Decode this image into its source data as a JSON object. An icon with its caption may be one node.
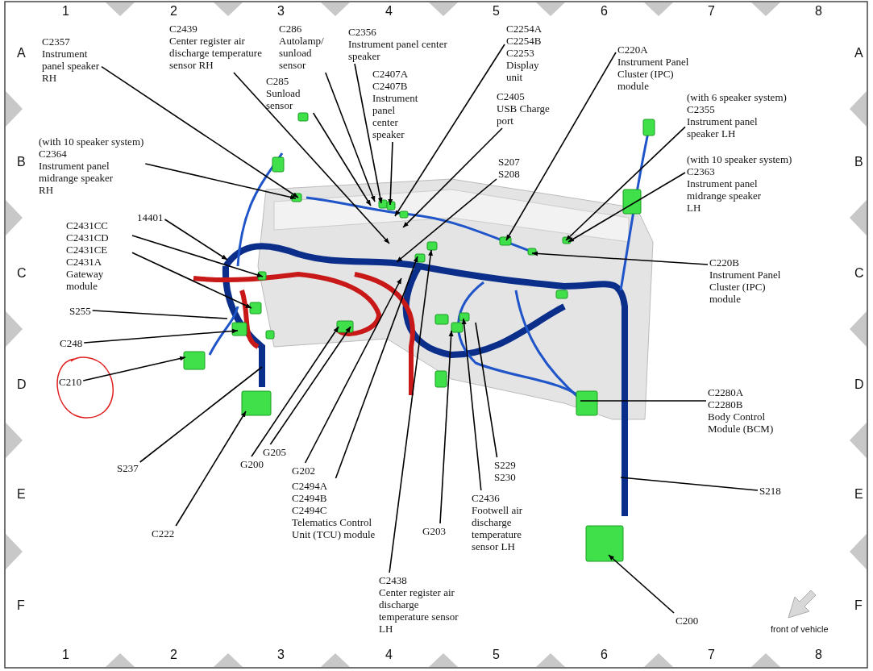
{
  "diagram": {
    "nodes": [
      {
        "text": [
          "C2357",
          "Instrument panel speaker RH"
        ]
      },
      {
        "text": [
          "C2439",
          "Center register air discharge temperature sensor RH"
        ]
      },
      {
        "text": [
          "C286",
          "Autolamp/ sunload sensor"
        ]
      },
      {
        "text": [
          "C285",
          "Sunload sensor"
        ]
      },
      {
        "text": [
          "C2356",
          "Instrument panel center speaker"
        ]
      },
      {
        "text": [
          "C2407A",
          "C2407B",
          "Instrument panel center speaker"
        ]
      },
      {
        "text": [
          "C2254A",
          "C2254B",
          "C2253",
          "Display unit"
        ]
      },
      {
        "text": [
          "C2405",
          "USB Charge port"
        ]
      },
      {
        "text": [
          "C220A",
          "Instrument Panel Cluster (IPC) module"
        ]
      },
      {
        "text": [
          "(with 6 speaker system)",
          "C2355",
          "Instrument panel speaker LH"
        ]
      },
      {
        "text": [
          "(with 10 speaker system)",
          "C2364",
          "Instrument panel midrange speaker RH"
        ]
      },
      {
        "text": [
          "S207",
          "S208"
        ]
      },
      {
        "text": [
          "(with 10 speaker system)",
          "C2363",
          "Instrument panel midrange speaker LH"
        ]
      },
      {
        "text": [
          "14401"
        ]
      },
      {
        "text": [
          "C2431CC",
          "C2431CD",
          "C2431CE",
          "C2431A",
          "Gateway module"
        ]
      },
      {
        "text": [
          "C220B",
          "Instrument Panel Cluster (IPC) module"
        ]
      },
      {
        "text": [
          "S255"
        ]
      },
      {
        "text": [
          "C248"
        ]
      },
      {
        "text": [
          "C210"
        ]
      },
      {
        "text": [
          "C2280A",
          "C2280B",
          "Body Control Module (BCM)"
        ]
      },
      {
        "text": [
          "S237"
        ]
      },
      {
        "text": [
          "G200"
        ]
      },
      {
        "text": [
          "G205"
        ]
      },
      {
        "text": [
          "G202"
        ]
      },
      {
        "text": [
          "C222"
        ]
      },
      {
        "text": [
          "C2494A",
          "C2494B",
          "C2494C",
          "Telematics Control Unit (TCU) module"
        ]
      },
      {
        "text": [
          "S229",
          "S230"
        ]
      },
      {
        "text": [
          "C2436",
          "Footwell air discharge temperature sensor LH"
        ]
      },
      {
        "text": [
          "S218"
        ]
      },
      {
        "text": [
          "G203"
        ]
      },
      {
        "text": [
          "C2438",
          "Center register air discharge temperature sensor LH"
        ]
      },
      {
        "text": [
          "C200"
        ]
      }
    ],
    "edges": [
      {
        "from": 0,
        "to": null,
        "arrow": "to"
      },
      {
        "from": 1,
        "to": null,
        "arrow": "to"
      },
      {
        "from": 2,
        "to": null,
        "arrow": "to"
      },
      {
        "from": 3,
        "to": null,
        "arrow": "to"
      },
      {
        "from": 4,
        "to": null,
        "arrow": "to"
      },
      {
        "from": 5,
        "to": null,
        "arrow": "to"
      },
      {
        "from": 6,
        "to": null,
        "arrow": "to"
      },
      {
        "from": 7,
        "to": null,
        "arrow": "to"
      },
      {
        "from": 8,
        "to": null,
        "arrow": "to"
      },
      {
        "from": 9,
        "to": null,
        "arrow": "to"
      },
      {
        "from": 10,
        "to": null,
        "arrow": "to"
      },
      {
        "from": 11,
        "to": null,
        "arrow": "to"
      },
      {
        "from": 12,
        "to": null,
        "arrow": "to"
      },
      {
        "from": 13,
        "to": null,
        "arrow": "to"
      },
      {
        "from": 14,
        "to": null,
        "arrow": "to"
      },
      {
        "from": 14,
        "to": null,
        "arrow": "to"
      },
      {
        "from": 15,
        "to": null,
        "arrow": "to"
      },
      {
        "from": 16,
        "to": null,
        "arrow": "none"
      },
      {
        "from": 17,
        "to": null,
        "arrow": "to"
      },
      {
        "from": 18,
        "to": null,
        "arrow": "to"
      },
      {
        "from": 19,
        "to": null,
        "arrow": "none"
      },
      {
        "from": 20,
        "to": null,
        "arrow": "none"
      },
      {
        "from": 21,
        "to": null,
        "arrow": "to"
      },
      {
        "from": 22,
        "to": null,
        "arrow": "to"
      },
      {
        "from": 23,
        "to": null,
        "arrow": "to"
      },
      {
        "from": 24,
        "to": null,
        "arrow": "to"
      },
      {
        "from": 25,
        "to": null,
        "arrow": "to"
      },
      {
        "from": 26,
        "to": null,
        "arrow": "none"
      },
      {
        "from": 27,
        "to": null,
        "arrow": "to"
      },
      {
        "from": 28,
        "to": null,
        "arrow": "none"
      },
      {
        "from": 29,
        "to": null,
        "arrow": "to"
      },
      {
        "from": 30,
        "to": null,
        "arrow": "to"
      },
      {
        "from": 31,
        "to": null,
        "arrow": "to"
      }
    ],
    "labels": [
      "1",
      "2",
      "3",
      "4",
      "5",
      "6",
      "7",
      "8",
      "A",
      "A",
      "B",
      "B",
      "C",
      "C",
      "D",
      "D",
      "E",
      "E",
      "F",
      "F",
      "1",
      "2",
      "3",
      "4",
      "5",
      "6",
      "7",
      "8",
      "front of vehicle"
    ]
  }
}
